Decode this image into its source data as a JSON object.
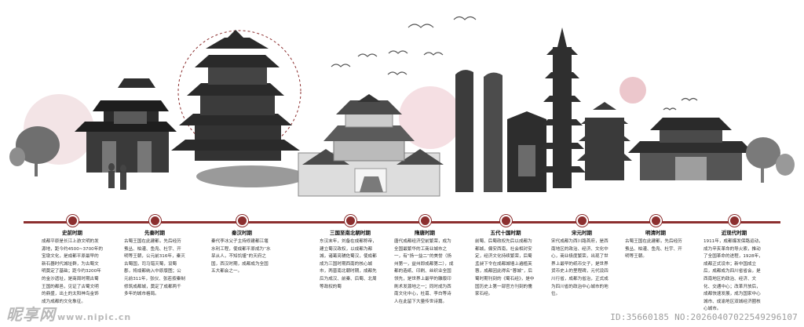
{
  "periods": [
    {
      "title": "史前时期",
      "desc": "成都平原是长江上游文明的发源地，距今约4500~3700年的宝墩文化，是成都平原最早的新石器时代城址群，为古蜀文明奠定了基础；距今约3200年的金沙遗址，是商周时期古蜀王国的都邑，见证了古蜀文明的鼎盛，出土的太阳神鸟金饰成为成都的文化象征。"
    },
    {
      "title": "先秦时期",
      "desc": "古蜀王国在此建都，先后经历蚕丛、柏灌、鱼凫、杜宇、开明等王朝，公元前316年，秦灭古蜀国，司马错灭蜀，设蜀郡，将成都纳入中原版图；公元前311年，张仪、张若按秦制修筑成都城，奠定了成都两千多年的城市格局。"
    },
    {
      "title": "秦汉时期",
      "desc": "秦代李冰父子主持修建都江堰水利工程，使成都平原成为“水旱从人，不知饥馑”的天府之国，西汉时期，成都成为全国五大都会之一。"
    },
    {
      "title": "三国至南北朝时期",
      "desc": "东汉末年，刘备在成都称帝，建立蜀汉政权，以成都为都城，诸葛亮辅佐蜀汉，使成都成为三国时期西南的核心城市，两晋南北朝时期，成都先后为成汉、前秦、后蜀、北周等政权的蜀"
    },
    {
      "title": "隋唐时期",
      "desc": "唐代成都经济空前繁荣，成为全国最繁华的工商业城市之一，有“扬一益二”的美誉（扬州第一，益州即成都第二），成都的造纸、印刷、丝织业全国领先，是世界上最早的雕版印刷术发源地之一；同时成为西南文化中心，杜甫、李白等诗人在此留下大量传世诗篇。"
    },
    {
      "title": "五代十国时期",
      "desc": "前蜀、后蜀政权先后以成都为都城，偏安西南，社会相对安定，经济文化持续繁荣，后蜀孟昶下令在成都城墙上遍植芙蓉，成都因此得名“蓉城”，后蜀时期刊刻的《蜀石经》，是中国历史上第一部官方刊刻的儒家石经。"
    },
    {
      "title": "宋元时期",
      "desc": "宋代成都为西川路首府，是西南地区的政治、经济、文化中心，商业极度繁荣，出现了世界上最早的纸币交子，是世界货币史上的里程碑，元代设四川行省，成都为省治，正式成为四川省的政治中心城市的地位。"
    },
    {
      "title": "明清时期",
      "desc": "古蜀王国在此建都，先后经历蚕丛、柏灌、鱼凫、杜宇、开明等王朝。"
    },
    {
      "title": "近现代时期",
      "desc": "1911年，成都爆发保路运动，成为辛亥革命的导火索，推动了全国革命的进程，1928年，成都正式设市；新中国成立后，成都成为四川省省会，是西南地区的政治、经济、文化、交通中心；改革开放后，成都快速发展，成为国家中心城市、成渝地区双城经济圈核心城市。"
    }
  ],
  "watermark": {
    "site": "昵享网",
    "site_url": "www.nipic.cn",
    "id_text": "ID:35660185 NO:20260407022549296107"
  }
}
